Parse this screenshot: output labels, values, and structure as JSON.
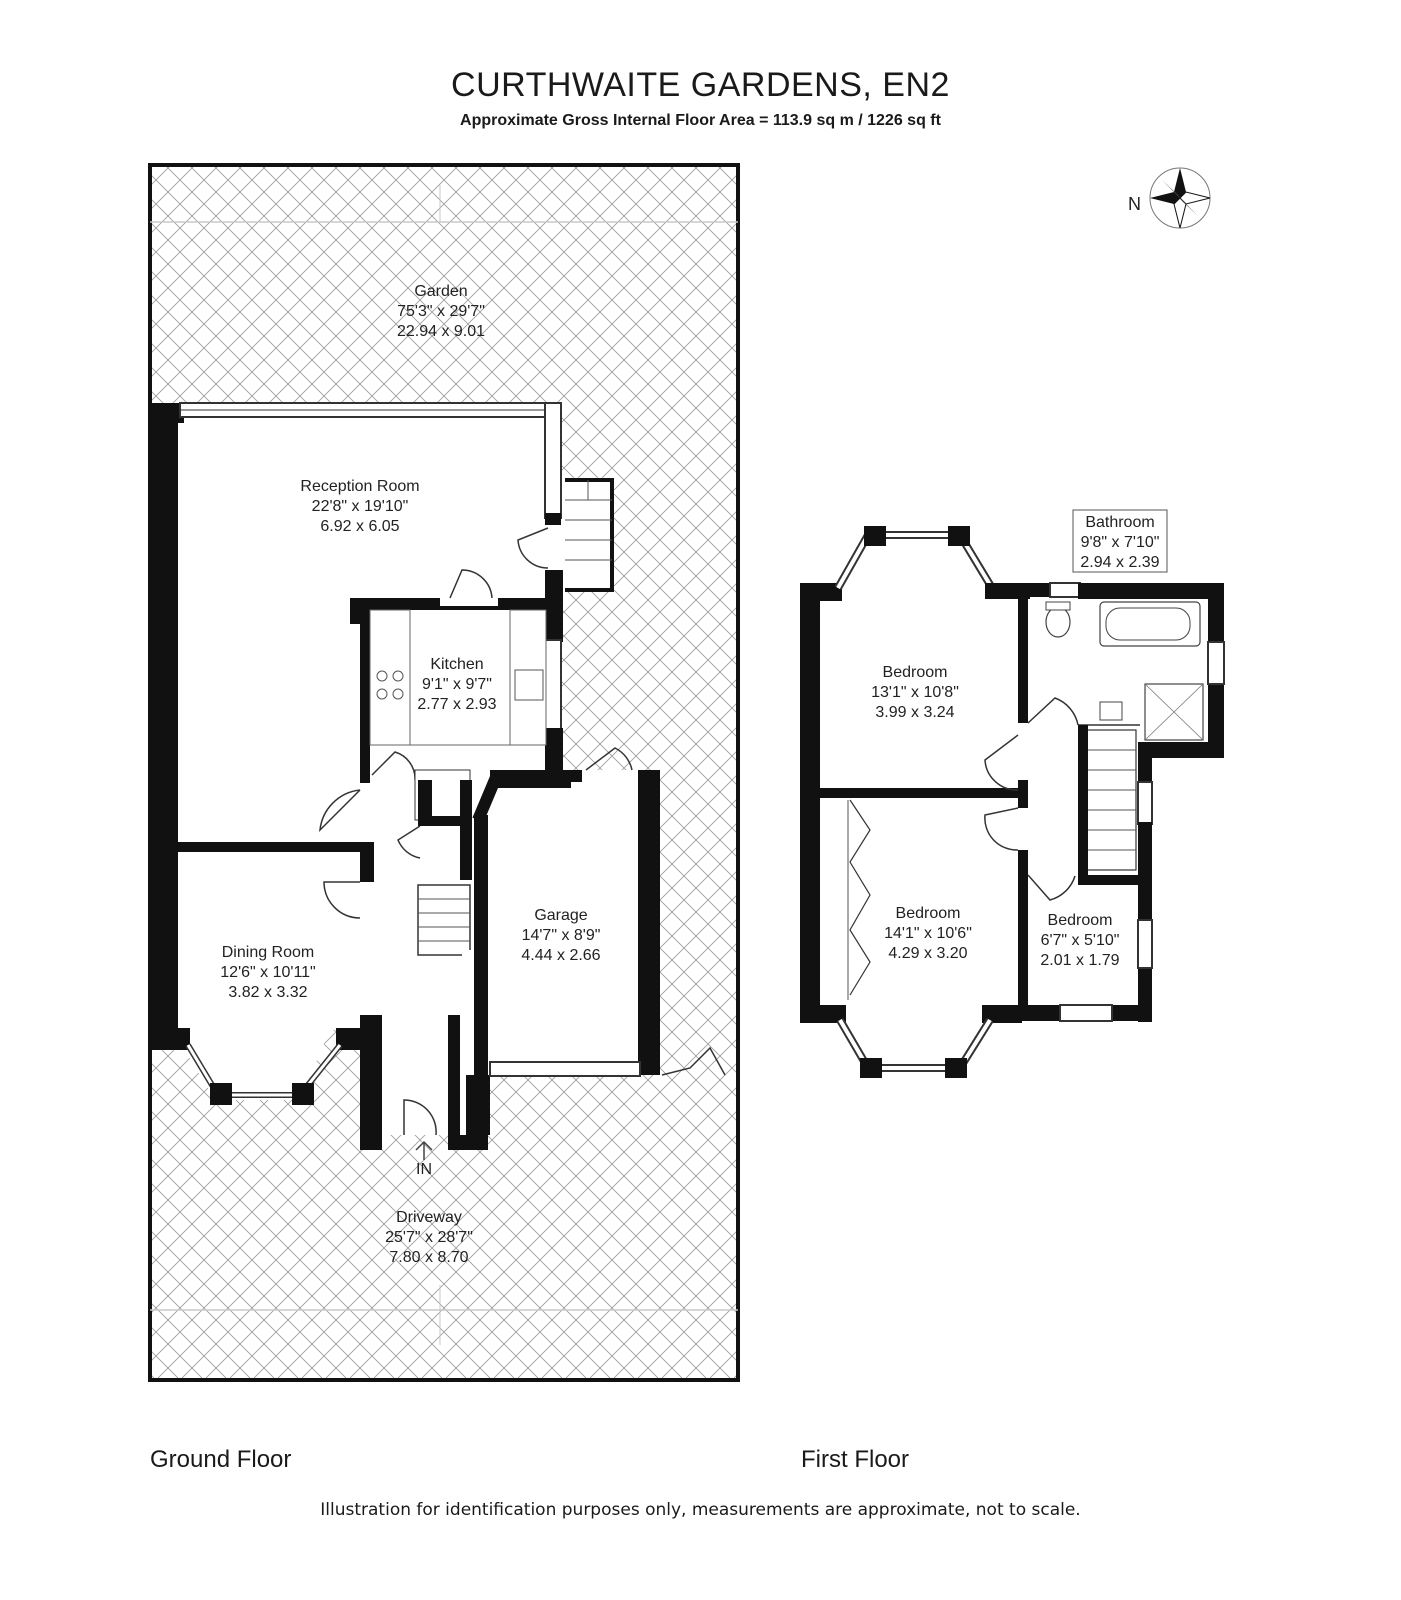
{
  "header": {
    "title": "CURTHWAITE GARDENS, EN2",
    "subtitle": "Approximate Gross Internal Floor Area = 113.9 sq m / 1226 sq ft"
  },
  "compass": {
    "north_label": "N"
  },
  "ground_floor": {
    "label": "Ground Floor",
    "entrance_label": "IN",
    "rooms": [
      {
        "name": "Garden",
        "imperial": "75'3\" x 29'7\"",
        "metric": "22.94 x 9.01"
      },
      {
        "name": "Reception Room",
        "imperial": "22'8\" x 19'10\"",
        "metric": "6.92 x 6.05"
      },
      {
        "name": "Kitchen",
        "imperial": "9'1\" x 9'7\"",
        "metric": "2.77 x 2.93"
      },
      {
        "name": "Dining Room",
        "imperial": "12'6\" x 10'11\"",
        "metric": "3.82 x 3.32"
      },
      {
        "name": "Garage",
        "imperial": "14'7\" x 8'9\"",
        "metric": "4.44 x 2.66"
      },
      {
        "name": "Driveway",
        "imperial": "25'7\" x 28'7\"",
        "metric": "7.80 x 8.70"
      }
    ]
  },
  "first_floor": {
    "label": "First Floor",
    "rooms": [
      {
        "name": "Bathroom",
        "imperial": "9'8\" x 7'10\"",
        "metric": "2.94 x 2.39"
      },
      {
        "name": "Bedroom",
        "imperial": "13'1\" x 10'8\"",
        "metric": "3.99 x 3.24"
      },
      {
        "name": "Bedroom",
        "imperial": "14'1\" x 10'6\"",
        "metric": "4.29 x 3.20"
      },
      {
        "name": "Bedroom",
        "imperial": "6'7\" x 5'10\"",
        "metric": "2.01 x 1.79"
      }
    ]
  },
  "footer": {
    "disclaimer": "Illustration for identification purposes only, measurements are approximate, not to scale."
  }
}
